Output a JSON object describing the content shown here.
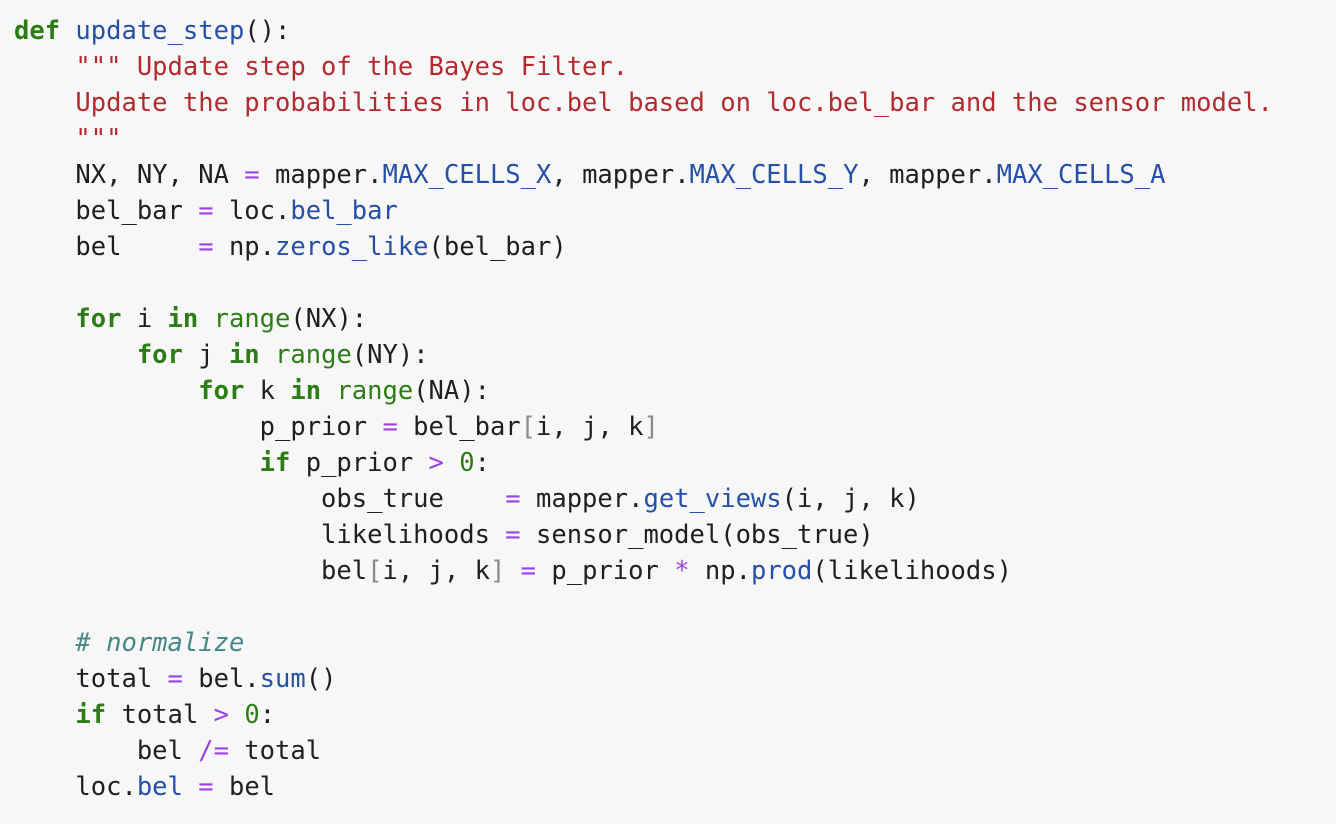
{
  "code": {
    "lines": [
      [
        {
          "t": "kw",
          "v": "def"
        },
        {
          "t": "plain",
          "v": " "
        },
        {
          "t": "def",
          "v": "update_step"
        },
        {
          "t": "plain",
          "v": "():"
        }
      ],
      [
        {
          "t": "plain",
          "v": "    "
        },
        {
          "t": "str",
          "v": "\"\"\" Update step of the Bayes Filter."
        }
      ],
      [
        {
          "t": "plain",
          "v": "    "
        },
        {
          "t": "str",
          "v": "Update the probabilities in loc.bel based on loc.bel_bar and the sensor model."
        }
      ],
      [
        {
          "t": "plain",
          "v": "    "
        },
        {
          "t": "str",
          "v": "\"\"\""
        }
      ],
      [
        {
          "t": "plain",
          "v": "    NX, NY, NA "
        },
        {
          "t": "op",
          "v": "="
        },
        {
          "t": "plain",
          "v": " mapper."
        },
        {
          "t": "attr",
          "v": "MAX_CELLS_X"
        },
        {
          "t": "plain",
          "v": ", mapper."
        },
        {
          "t": "attr",
          "v": "MAX_CELLS_Y"
        },
        {
          "t": "plain",
          "v": ", mapper."
        },
        {
          "t": "attr",
          "v": "MAX_CELLS_A"
        }
      ],
      [
        {
          "t": "plain",
          "v": "    bel_bar "
        },
        {
          "t": "op",
          "v": "="
        },
        {
          "t": "plain",
          "v": " loc."
        },
        {
          "t": "attr",
          "v": "bel_bar"
        }
      ],
      [
        {
          "t": "plain",
          "v": "    bel     "
        },
        {
          "t": "op",
          "v": "="
        },
        {
          "t": "plain",
          "v": " np."
        },
        {
          "t": "attr",
          "v": "zeros_like"
        },
        {
          "t": "plain",
          "v": "(bel_bar)"
        }
      ],
      [],
      [
        {
          "t": "plain",
          "v": "    "
        },
        {
          "t": "kw",
          "v": "for"
        },
        {
          "t": "plain",
          "v": " i "
        },
        {
          "t": "kw",
          "v": "in"
        },
        {
          "t": "plain",
          "v": " "
        },
        {
          "t": "builtin",
          "v": "range"
        },
        {
          "t": "plain",
          "v": "(NX):"
        }
      ],
      [
        {
          "t": "plain",
          "v": "        "
        },
        {
          "t": "kw",
          "v": "for"
        },
        {
          "t": "plain",
          "v": " j "
        },
        {
          "t": "kw",
          "v": "in"
        },
        {
          "t": "plain",
          "v": " "
        },
        {
          "t": "builtin",
          "v": "range"
        },
        {
          "t": "plain",
          "v": "(NY):"
        }
      ],
      [
        {
          "t": "plain",
          "v": "            "
        },
        {
          "t": "kw",
          "v": "for"
        },
        {
          "t": "plain",
          "v": " k "
        },
        {
          "t": "kw",
          "v": "in"
        },
        {
          "t": "plain",
          "v": " "
        },
        {
          "t": "builtin",
          "v": "range"
        },
        {
          "t": "plain",
          "v": "(NA):"
        }
      ],
      [
        {
          "t": "plain",
          "v": "                p_prior "
        },
        {
          "t": "op",
          "v": "="
        },
        {
          "t": "plain",
          "v": " bel_bar"
        },
        {
          "t": "brk",
          "v": "["
        },
        {
          "t": "plain",
          "v": "i, j, k"
        },
        {
          "t": "brk",
          "v": "]"
        }
      ],
      [
        {
          "t": "plain",
          "v": "                "
        },
        {
          "t": "kw",
          "v": "if"
        },
        {
          "t": "plain",
          "v": " p_prior "
        },
        {
          "t": "op",
          "v": ">"
        },
        {
          "t": "plain",
          "v": " "
        },
        {
          "t": "num",
          "v": "0"
        },
        {
          "t": "plain",
          "v": ":"
        }
      ],
      [
        {
          "t": "plain",
          "v": "                    obs_true    "
        },
        {
          "t": "op",
          "v": "="
        },
        {
          "t": "plain",
          "v": " mapper."
        },
        {
          "t": "attr",
          "v": "get_views"
        },
        {
          "t": "plain",
          "v": "(i, j, k)"
        }
      ],
      [
        {
          "t": "plain",
          "v": "                    likelihoods "
        },
        {
          "t": "op",
          "v": "="
        },
        {
          "t": "plain",
          "v": " sensor_model(obs_true)"
        }
      ],
      [
        {
          "t": "plain",
          "v": "                    bel"
        },
        {
          "t": "brk",
          "v": "["
        },
        {
          "t": "plain",
          "v": "i, j, k"
        },
        {
          "t": "brk",
          "v": "]"
        },
        {
          "t": "plain",
          "v": " "
        },
        {
          "t": "op",
          "v": "="
        },
        {
          "t": "plain",
          "v": " p_prior "
        },
        {
          "t": "op",
          "v": "*"
        },
        {
          "t": "plain",
          "v": " np."
        },
        {
          "t": "attr",
          "v": "prod"
        },
        {
          "t": "plain",
          "v": "(likelihoods)"
        }
      ],
      [],
      [
        {
          "t": "plain",
          "v": "    "
        },
        {
          "t": "comment",
          "v": "# normalize"
        }
      ],
      [
        {
          "t": "plain",
          "v": "    total "
        },
        {
          "t": "op",
          "v": "="
        },
        {
          "t": "plain",
          "v": " bel."
        },
        {
          "t": "attr",
          "v": "sum"
        },
        {
          "t": "plain",
          "v": "()"
        }
      ],
      [
        {
          "t": "plain",
          "v": "    "
        },
        {
          "t": "kw",
          "v": "if"
        },
        {
          "t": "plain",
          "v": " total "
        },
        {
          "t": "op",
          "v": ">"
        },
        {
          "t": "plain",
          "v": " "
        },
        {
          "t": "num",
          "v": "0"
        },
        {
          "t": "plain",
          "v": ":"
        }
      ],
      [
        {
          "t": "plain",
          "v": "        bel "
        },
        {
          "t": "op",
          "v": "/="
        },
        {
          "t": "plain",
          "v": " total"
        }
      ],
      [
        {
          "t": "plain",
          "v": "    loc."
        },
        {
          "t": "attr",
          "v": "bel"
        },
        {
          "t": "plain",
          "v": " "
        },
        {
          "t": "op",
          "v": "="
        },
        {
          "t": "plain",
          "v": " bel"
        }
      ]
    ]
  }
}
